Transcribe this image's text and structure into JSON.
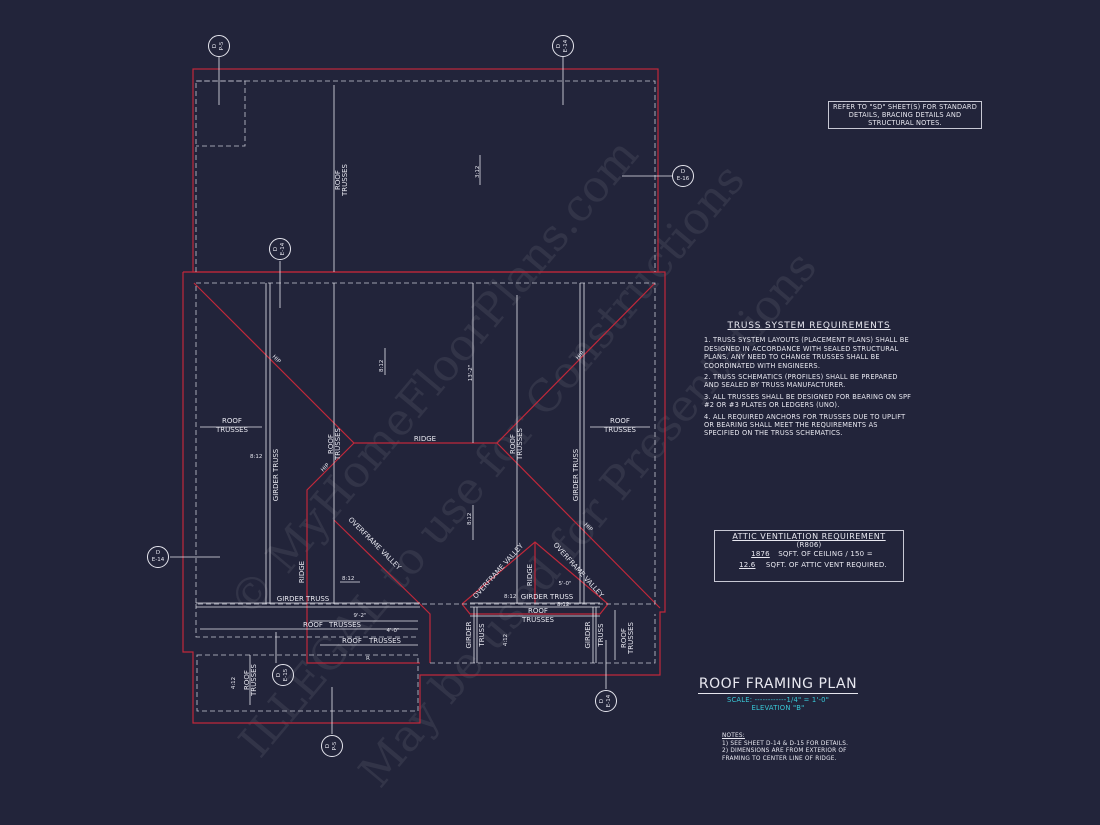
{
  "colors": {
    "background": "#22243a",
    "roof_outline": "#c0283a",
    "linework": "#e6e6ee",
    "scale_text": "#39c7d6"
  },
  "watermark": [
    "© MyHomeFloorPlans.com",
    "ILLEGAL to use for Constructions",
    "May be used for Presentations"
  ],
  "callouts": [
    {
      "detail": "D",
      "sheet": "P-5"
    },
    {
      "detail": "D",
      "sheet": "E-14"
    },
    {
      "detail": "D",
      "sheet": "E-16"
    },
    {
      "detail": "D",
      "sheet": "E-14"
    },
    {
      "detail": "D",
      "sheet": "E-14"
    },
    {
      "detail": "D",
      "sheet": "E-15"
    },
    {
      "detail": "D",
      "sheet": "P-5"
    },
    {
      "detail": "D",
      "sheet": "E-14"
    }
  ],
  "labels": {
    "roof": "ROOF",
    "trusses": "TRUSSES",
    "girder": "GIRDER",
    "truss": "TRUSS",
    "girder_truss": "GIRDER TRUSS",
    "ridge": "RIDGE",
    "hip": "HIP",
    "overframe_valley": "OVERFRAME VALLEY",
    "r": "R"
  },
  "pitches": {
    "p3": "3:12",
    "p8": "8:12",
    "p4": "4:12"
  },
  "dimensions": {
    "d13_2": "13'-2\"",
    "d9_2": "9'-2\"",
    "d4_0": "4'-0\"",
    "d5_0": "5'-0\""
  },
  "refer_note": "REFER TO \"SD\" SHEET(S) FOR STANDARD DETAILS, BRACING DETAILS AND STRUCTURAL NOTES.",
  "truss_requirements": {
    "title": "TRUSS SYSTEM REQUIREMENTS",
    "items": [
      "1. TRUSS SYSTEM LAYOUTS (PLACEMENT PLANS) SHALL BE DESIGNED IN ACCORDANCE WITH SEALED STRUCTURAL PLANS. ANY NEED TO CHANGE TRUSSES SHALL BE COORDINATED WITH ENGINEERS.",
      "2. TRUSS SCHEMATICS (PROFILES) SHALL BE PREPARED AND SEALED BY TRUSS MANUFACTURER.",
      "3. ALL TRUSSES SHALL BE DESIGNED FOR BEARING ON SPF #2 OR #3 PLATES OR LEDGERS (UNO).",
      "4. ALL REQUIRED ANCHORS FOR TRUSSES DUE TO UPLIFT OR BEARING SHALL MEET THE REQUIREMENTS AS SPECIFIED ON THE TRUSS SCHEMATICS."
    ]
  },
  "attic_ventilation": {
    "title": "ATTIC VENTILATION REQUIREMENT",
    "code": "(R806)",
    "ceiling_sqft": "1876",
    "ceiling_text": "SQFT. OF CEILING / 150 =",
    "vent_sqft": "12.6",
    "vent_text": "SQFT. OF ATTIC VENT REQUIRED."
  },
  "title_block": {
    "title": "ROOF FRAMING PLAN",
    "scale": "SCALE: ------------1/4\" = 1'-0\"",
    "elevation": "ELEVATION \"B\""
  },
  "notes": {
    "heading": "NOTES:",
    "items": [
      "1) SEE SHEET D-14 & D-15 FOR DETAILS.",
      "2) DIMENSIONS ARE FROM EXTERIOR OF FRAMING TO CENTER LINE OF RIDGE."
    ]
  }
}
